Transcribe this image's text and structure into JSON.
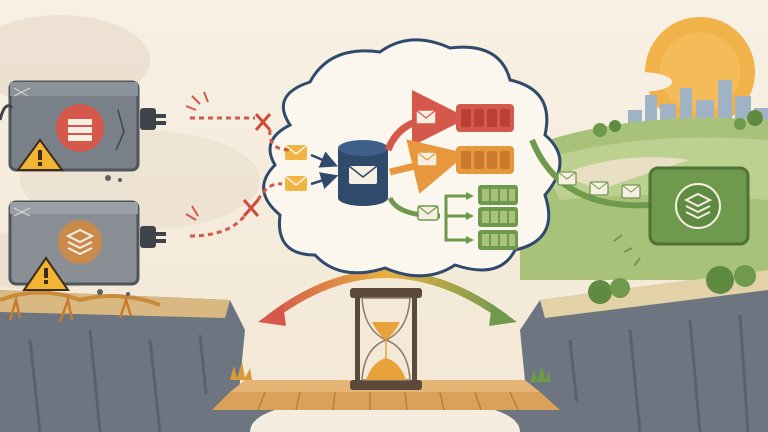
{
  "scene": {
    "colors": {
      "sky": "#f5ede0",
      "sun": "#f2b24a",
      "cloud_outline": "#2f4a6b",
      "queue_red": "#d4594a",
      "queue_orange": "#e8983c",
      "queue_green": "#6f9a4e",
      "warning_yellow": "#f2b533",
      "cliff": "#6d7680",
      "bridge": "#d9a15a",
      "error_x": "#d04a3a"
    },
    "icons": [
      "broken-server-icon",
      "warning-icon",
      "unplugged-cable-icon",
      "envelope-icon",
      "database-icon",
      "hourglass-icon",
      "layers-icon",
      "city-skyline-icon",
      "sun-icon"
    ],
    "queues": {
      "red_bars": 4,
      "orange_bars": 4,
      "green_queues": 3
    },
    "hourglass_progress": 0.6
  }
}
